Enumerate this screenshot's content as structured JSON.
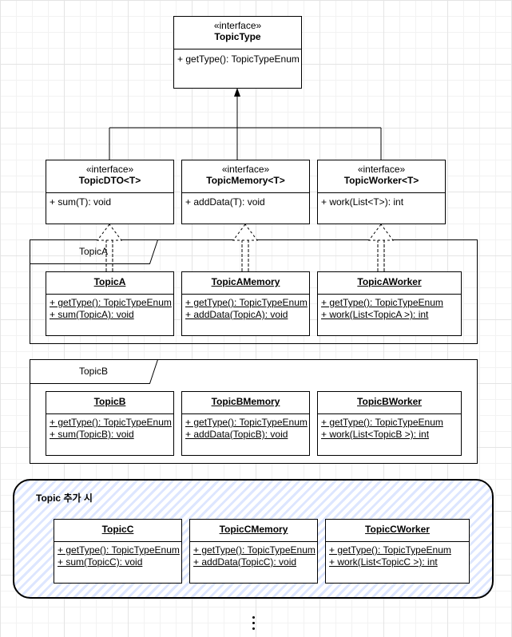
{
  "interface_top": {
    "stereotype": "«interface»",
    "name": "TopicType",
    "methods": [
      "+ getType(): TopicTypeEnum"
    ]
  },
  "interfaces": [
    {
      "stereotype": "«interface»",
      "name": "TopicDTO<T>",
      "methods": [
        "+ sum(T): void"
      ]
    },
    {
      "stereotype": "«interface»",
      "name": "TopicMemory<T>",
      "methods": [
        "+ addData(T): void"
      ]
    },
    {
      "stereotype": "«interface»",
      "name": "TopicWorker<T>",
      "methods": [
        "+ work(List<T>): int"
      ]
    }
  ],
  "packages": [
    {
      "label": "TopicA",
      "classes": [
        {
          "name": "TopicA",
          "methods": [
            "+ getType(): TopicTypeEnum",
            "+ sum(TopicA): void"
          ]
        },
        {
          "name": "TopicAMemory",
          "methods": [
            "+ getType(): TopicTypeEnum",
            "+ addData(TopicA): void"
          ]
        },
        {
          "name": "TopicAWorker",
          "methods": [
            "+ getType(): TopicTypeEnum",
            "+ work(List<TopicA >): int"
          ]
        }
      ]
    },
    {
      "label": "TopicB",
      "classes": [
        {
          "name": "TopicB",
          "methods": [
            "+ getType(): TopicTypeEnum",
            "+ sum(TopicB): void"
          ]
        },
        {
          "name": "TopicBMemory",
          "methods": [
            "+ getType(): TopicTypeEnum",
            "+ addData(TopicB): void"
          ]
        },
        {
          "name": "TopicBWorker",
          "methods": [
            "+ getType(): TopicTypeEnum",
            "+ work(List<TopicB >): int"
          ]
        }
      ]
    }
  ],
  "addition": {
    "title": "Topic 추가 시",
    "classes": [
      {
        "name": "TopicC",
        "methods": [
          "+ getType(): TopicTypeEnum",
          "+ sum(TopicC): void"
        ]
      },
      {
        "name": "TopicCMemory",
        "methods": [
          "+ getType(): TopicTypeEnum",
          "+ addData(TopicC): void"
        ]
      },
      {
        "name": "TopicCWorker",
        "methods": [
          "+ getType(): TopicTypeEnum",
          "+ work(List<TopicC >): int"
        ]
      }
    ],
    "hatch_color": "#dde6ff"
  }
}
